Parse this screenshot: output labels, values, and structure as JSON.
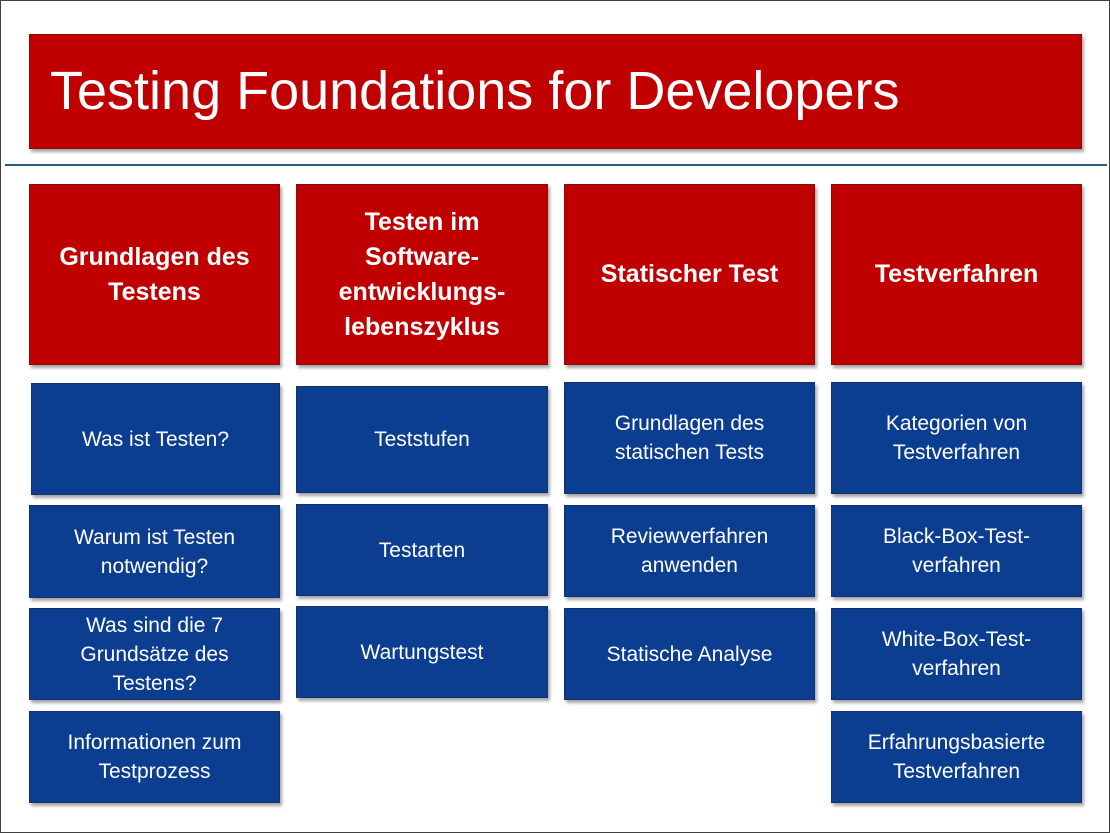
{
  "title": "Testing Foundations for Developers",
  "columns": [
    {
      "heading": "Grundlagen des Testens",
      "items": [
        "Was ist Testen?",
        "Warum  ist Testen notwendig?",
        "Was sind die 7 Grundsätze des Testens?",
        "Informationen zum Testprozess"
      ]
    },
    {
      "heading": "Testen im Software-entwicklungs-lebenszyklus",
      "items": [
        "Teststufen",
        "Testarten",
        "Wartungstest"
      ]
    },
    {
      "heading": "Statischer Test",
      "items": [
        "Grundlagen des statischen Tests",
        "Reviewverfahren anwenden",
        "Statische Analyse"
      ]
    },
    {
      "heading": "Testverfahren",
      "items": [
        "Kategorien von Testverfahren",
        "Black-Box-Test-verfahren",
        "White-Box-Test-verfahren",
        "Erfahrungsbasierte Testverfahren"
      ]
    }
  ],
  "colors": {
    "header_red": "#c00000",
    "item_blue": "#0b3d91",
    "rule": "#2b5a7a"
  }
}
